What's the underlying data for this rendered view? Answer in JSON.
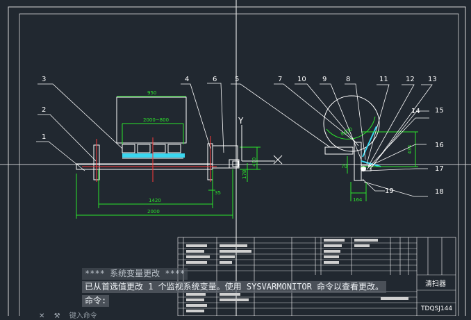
{
  "balloons": [
    "1",
    "2",
    "3",
    "4",
    "6",
    "5",
    "7",
    "10",
    "9",
    "8",
    "11",
    "12",
    "13",
    "14",
    "15",
    "16",
    "17",
    "18",
    "19"
  ],
  "dimensions": {
    "top_width": "950",
    "inner_width": "2000~800",
    "left_span": "1420",
    "overall": "2000",
    "offset": "35",
    "height_a": "400",
    "height_b": "178",
    "radius": "R630",
    "side_h": "434",
    "side_w": "164",
    "side_a": "70"
  },
  "ucs": {
    "y_label": "Y"
  },
  "title_block": {
    "title": "清扫器",
    "code": "TDQSJ144"
  },
  "command": {
    "line1": "**** 系统变量更改 ****",
    "line2": "已从首选值更改 1 个监视系统变量。使用 SYSVARMONITOR 命令以查看更改。",
    "line3": "命令:",
    "input_placeholder": "键入命令"
  },
  "colors": {
    "background": "#212830",
    "line": "#ffffff",
    "dim": "#2ce62c",
    "hatch": "#3ad7f0",
    "red": "#ff3a3a"
  }
}
